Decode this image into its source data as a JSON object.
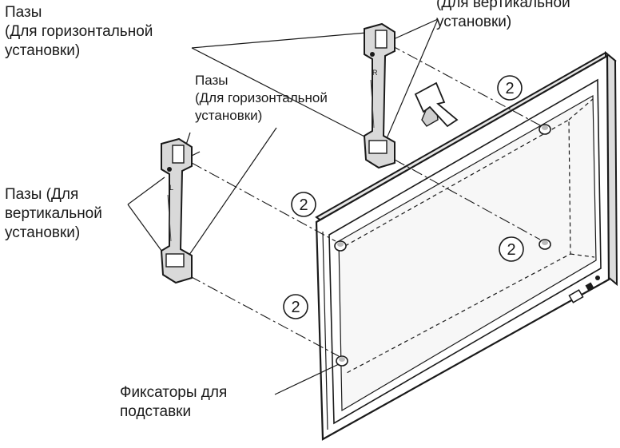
{
  "labels": {
    "slots_horizontal_top": {
      "line1": "Пазы",
      "line2": "(Для горизонтальной",
      "line3": "установки)"
    },
    "slots_horizontal_middle": {
      "line1": "Пазы",
      "line2": "(Для горизонтальной",
      "line3": "установки)"
    },
    "slots_vertical_top": {
      "line1": "(Для вертикальной",
      "line2": "установки)"
    },
    "slots_vertical_left": {
      "line1": "Пазы (Для",
      "line2": "вертикальной",
      "line3": "установки)"
    },
    "stand_latches": {
      "line1": "Фиксаторы для",
      "line2": "подставки"
    }
  },
  "step_markers": [
    "2",
    "2",
    "2",
    "2"
  ],
  "bracket_marks": [
    "L",
    "R"
  ],
  "colors": {
    "line": "#1a1a1a",
    "bracket": "#3a3a3a",
    "panel": "#f4f4f4",
    "background": "#ffffff"
  }
}
